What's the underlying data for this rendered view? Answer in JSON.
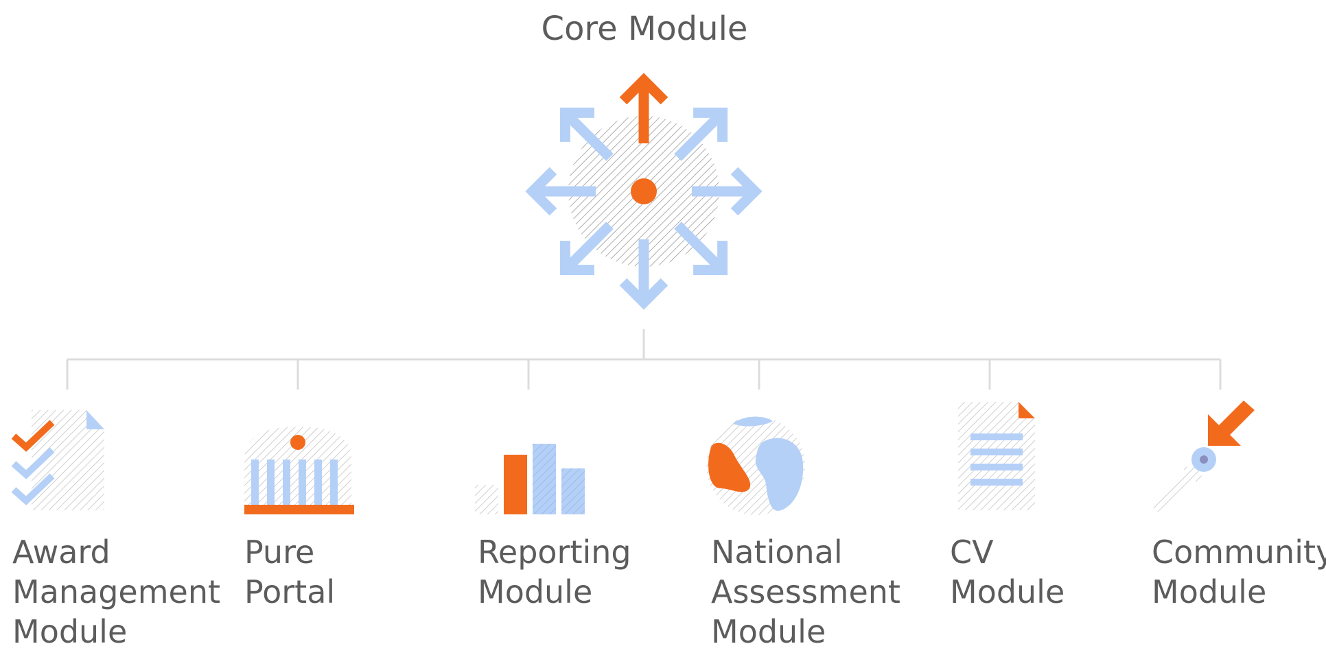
{
  "core": {
    "title": "Core Module"
  },
  "modules": [
    {
      "id": "award",
      "lines": [
        "Award",
        "Management",
        "Module"
      ]
    },
    {
      "id": "portal",
      "lines": [
        "Pure",
        "Portal"
      ]
    },
    {
      "id": "reporting",
      "lines": [
        "Reporting",
        "Module"
      ]
    },
    {
      "id": "national",
      "lines": [
        "National",
        "Assessment",
        "Module"
      ]
    },
    {
      "id": "cv",
      "lines": [
        "CV",
        "Module"
      ]
    },
    {
      "id": "community",
      "lines": [
        "Community",
        "Module"
      ]
    }
  ],
  "colors": {
    "orange": "#f26b1d",
    "blue": "#b5d0f7",
    "gray_line": "#dcdcdc",
    "text": "#5c5c5c",
    "hatch": "#9a9a9a"
  },
  "icons": [
    "core-radiating-arrows-icon",
    "checklist-document-icon",
    "institution-building-icon",
    "bar-chart-icon",
    "globe-icon",
    "cv-document-icon",
    "converging-arrows-icon"
  ]
}
